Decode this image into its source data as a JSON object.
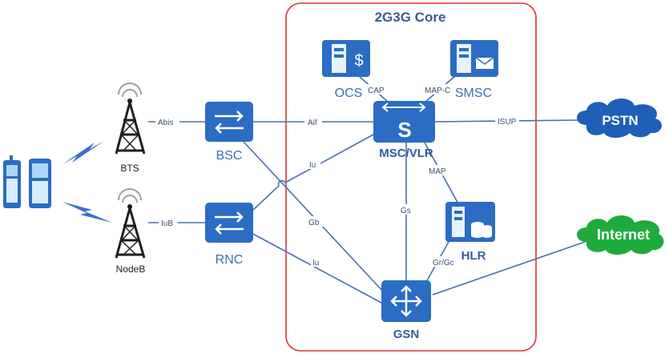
{
  "core": {
    "title": "2G3G Core"
  },
  "nodes": {
    "ocs": "OCS",
    "smsc": "SMSC",
    "msc": "MSC/VLR",
    "hlr": "HLR",
    "gsn": "GSN",
    "bsc": "BSC",
    "rnc": "RNC",
    "bts": "BTS",
    "nodeb": "NodeB",
    "pstn": "PSTN",
    "internet": "Internet"
  },
  "links": {
    "abis": "Abis",
    "aif": "Aif",
    "iub": "IuB",
    "isup": "ISUP",
    "cap": "CAP",
    "mapc": "MAP-C",
    "map": "MAP",
    "gs": "Gs",
    "grgc": "Gr/Gc",
    "iu_rnc_msc": "Iu",
    "iu_rnc_gsn": "Iu",
    "gb": "Gb"
  },
  "colors": {
    "core_border": "#e0303a",
    "node_blue": "#2b6cc4",
    "cloud_blue": "#1f5fb8",
    "cloud_green": "#1faa3c"
  }
}
